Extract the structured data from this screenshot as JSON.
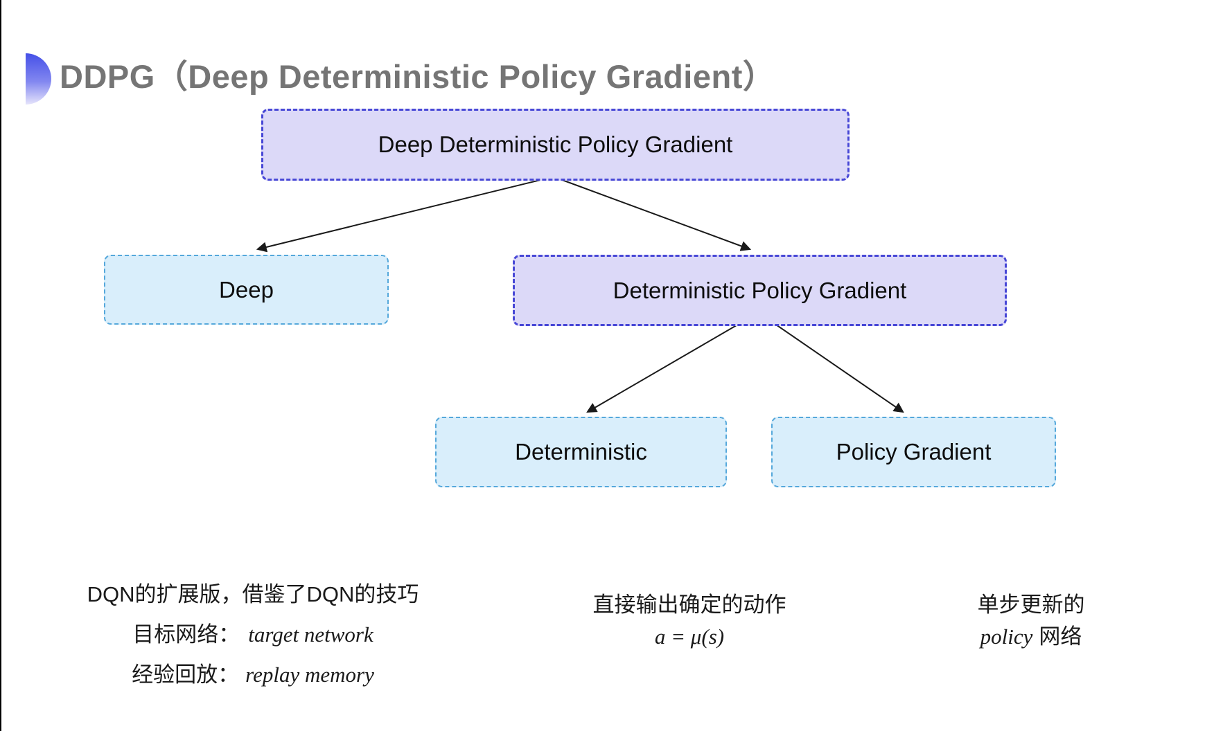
{
  "page": {
    "background": "#ffffff",
    "left_edge_line_color": "#000000"
  },
  "header": {
    "title": "DDPG（Deep Deterministic Policy Gradient）",
    "title_color": "#757575",
    "icon": "blue-gradient-semicircle",
    "icon_gradient_top": "#4550e7",
    "icon_gradient_bottom": "#e6e4fb"
  },
  "diagram": {
    "type": "tree",
    "nodes": {
      "root": {
        "label": "Deep Deterministic Policy Gradient",
        "style": "purple"
      },
      "deep": {
        "label": "Deep",
        "style": "cyan"
      },
      "dpg": {
        "label": "Deterministic Policy Gradient",
        "style": "purple"
      },
      "deterministic": {
        "label": "Deterministic",
        "style": "cyan"
      },
      "policy_gradient": {
        "label": "Policy Gradient",
        "style": "cyan"
      }
    },
    "edges": [
      [
        "root",
        "deep"
      ],
      [
        "root",
        "dpg"
      ],
      [
        "dpg",
        "deterministic"
      ],
      [
        "dpg",
        "policy_gradient"
      ]
    ],
    "colors": {
      "purple_fill": "#dcd9f8",
      "purple_border": "#4747d6",
      "cyan_fill": "#d9eefb",
      "cyan_border": "#55a8db",
      "node_text": "#0d0d0d",
      "arrow": "#1a1a1a"
    }
  },
  "annotations": {
    "deep_notes": {
      "line1": "DQN的扩展版，借鉴了DQN的技巧",
      "line2_label": "目标网络：",
      "line2_term": "target network",
      "line3_label": "经验回放：",
      "line3_term": "replay memory"
    },
    "deterministic_notes": {
      "line1": "直接输出确定的动作",
      "formula": "a = μ(s)"
    },
    "policy_notes": {
      "line1": "单步更新的",
      "line2_term": "policy",
      "line2_label": "网络"
    }
  }
}
